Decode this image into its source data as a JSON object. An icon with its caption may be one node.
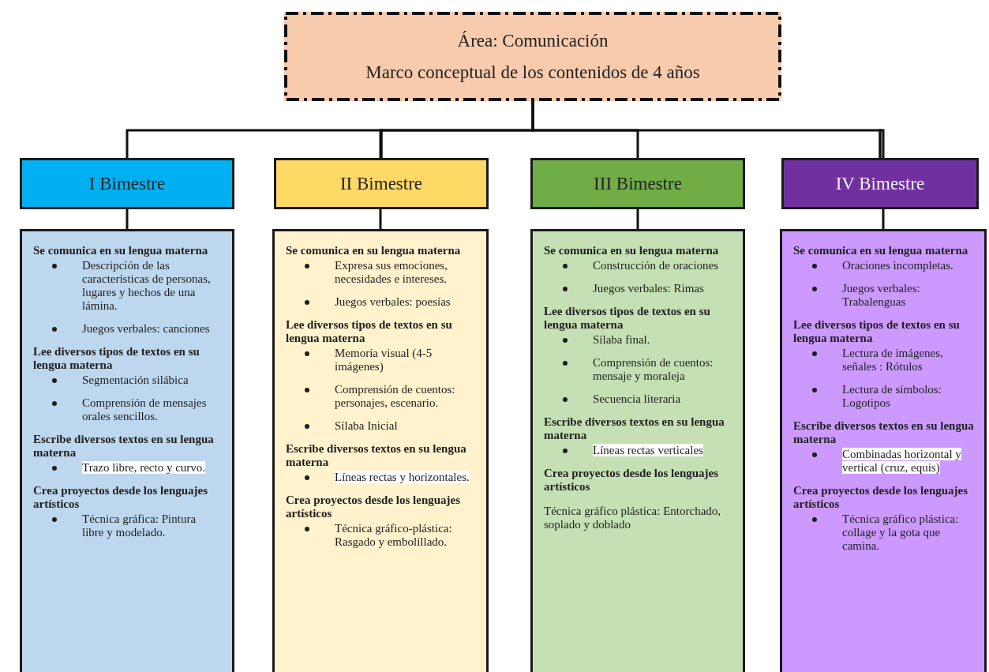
{
  "diagram": {
    "nodes": [
      {
        "text": [
          "Área: Comunicación",
          "Marco conceptual de los contenidos de 4 años"
        ]
      },
      {
        "text": [
          "I Bimestre"
        ]
      },
      {
        "text": [
          "II Bimestre"
        ]
      },
      {
        "text": [
          "III Bimestre"
        ]
      },
      {
        "text": [
          "IV Bimestre"
        ]
      },
      {
        "text": [
          "Se comunica en su lengua materna",
          "Descripción de las características de personas, lugares y hechos de una lámina.",
          "Juegos verbales: canciones",
          "Lee diversos tipos de textos en su lengua materna",
          "Segmentación silábica",
          "Comprensión de mensajes orales sencillos.",
          "Escribe diversos textos en su lengua materna",
          "Trazo libre, recto y curvo.",
          "Crea proyectos desde los lenguajes artísticos",
          "Técnica gráfica: Pintura libre y modelado."
        ]
      },
      {
        "text": [
          "Se comunica en su lengua materna",
          "Expresa sus emociones, necesidades e intereses.",
          "Juegos verbales: poesías",
          "Lee diversos tipos de textos en su lengua materna",
          "Memoria visual (4-5 imágenes)",
          "Comprensión de cuentos: personajes, escenario.",
          "Sílaba Inicial",
          "Escribe diversos textos en su lengua materna",
          "Líneas rectas y horizontales.",
          "Crea proyectos desde los lenguajes artísticos",
          "Técnica gráfico-plástica: Rasgado y embolillado."
        ]
      },
      {
        "text": [
          "Se comunica en su lengua materna",
          "Construcción de oraciones",
          "Juegos verbales: Rimas",
          "Lee diversos tipos de textos en su lengua materna",
          "Sílaba final.",
          "Comprensión de cuentos: mensaje y moraleja",
          "Secuencia literaria",
          "Escribe diversos textos en su lengua materna",
          "Líneas rectas verticales",
          "Crea proyectos desde los lenguajes artísticos",
          "Técnica gráfico plástica: Entorchado, soplado y doblado"
        ]
      },
      {
        "text": [
          "Se comunica en su lengua materna",
          "Oraciones incompletas.",
          "Juegos verbales: Trabalenguas",
          "Lee diversos tipos de textos en su lengua materna",
          "Lectura de imágenes, señales : Rótulos",
          "Lectura de símbolos: Logotipos",
          "Escribe diversos textos en su lengua materna",
          "Combinadas horizontal y vertical (cruz, equis)",
          "Crea proyectos desde los lenguajes artísticos",
          "Técnica gráfico plástica: collage y la gota que camina."
        ]
      }
    ],
    "edges": [
      {
        "from": 0,
        "to": 1,
        "arrow": "none"
      },
      {
        "from": 0,
        "to": 2,
        "arrow": "none"
      },
      {
        "from": 0,
        "to": 3,
        "arrow": "none"
      },
      {
        "from": 0,
        "to": 4,
        "arrow": "none"
      },
      {
        "from": 1,
        "to": 5,
        "arrow": "none"
      },
      {
        "from": 2,
        "to": 6,
        "arrow": "none"
      },
      {
        "from": 3,
        "to": 7,
        "arrow": "none"
      },
      {
        "from": 4,
        "to": 8,
        "arrow": "none"
      }
    ]
  }
}
